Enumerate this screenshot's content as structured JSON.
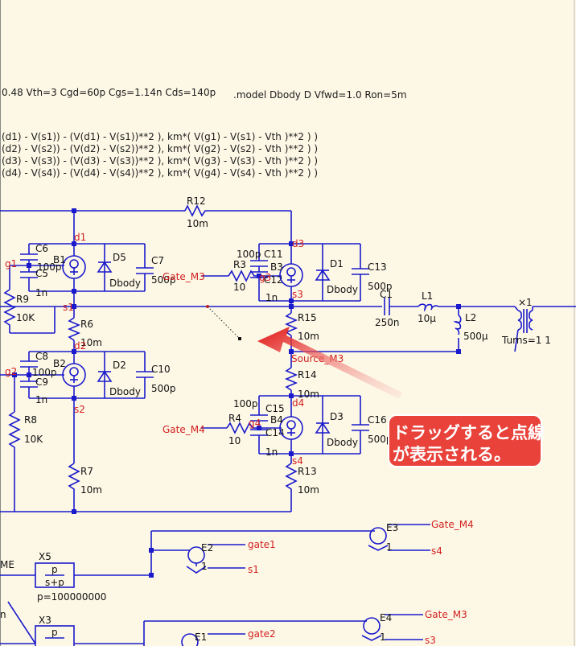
{
  "directives": {
    "model_line_left": "0.48 Vth=3 Cgd=60p Cgs=1.14n Cds=140p",
    "model_line_right": ".model Dbody D Vfwd=1.0 Ron=5m",
    "eq1": "(d1) - V(s1)) - (V(d1) - V(s1))**2 ), km*( V(g1) - V(s1) - Vth )**2   ) )",
    "eq2": "(d2) - V(s2)) - (V(d2) - V(s2))**2 ), km*( V(g2) - V(s2) - Vth )**2   ) )",
    "eq3": "(d3) - V(s3)) - (V(d3) - V(s3))**2 ), km*( V(g3) - V(s3) - Vth )**2   ) )",
    "eq4": "(d4) - V(s4)) - (V(d4) - V(s4))**2 ), km*( V(g4) - V(s4) - Vth )**2   ) )"
  },
  "components": {
    "R12": "R12",
    "R12_val": "10m",
    "C6": "C6",
    "C6_val": "100p",
    "B1": "B1",
    "C5": "C5",
    "C5_val": "1n",
    "D5": "D5",
    "D5_model": "Dbody",
    "C7": "C7",
    "C7_val": "500p",
    "R9": "R9",
    "R9_val": "10K",
    "R6": "R6",
    "R6_val": "10m",
    "C8": "C8",
    "C8_val": "100p",
    "B2": "B2",
    "C9": "C9",
    "C9_val": "1n",
    "D2": "D2",
    "D2_model": "Dbody",
    "C10": "C10",
    "C10_val": "500p",
    "R8": "R8",
    "R8_val": "10K",
    "R7": "R7",
    "R7_val": "10m",
    "R3": "R3",
    "R3_val": "10",
    "C11": "C11",
    "C11_val": "100p",
    "B3": "B3",
    "C12": "C12",
    "C12_val": "1n",
    "D1": "D1",
    "D1_model": "Dbody",
    "C13": "C13",
    "C13_val": "500p",
    "R15": "R15",
    "R15_val": "10m",
    "R14": "R14",
    "R14_val": "10m",
    "R4": "R4",
    "R4_val": "10",
    "C15": "C15",
    "C15_val": "100p",
    "B4": "B4",
    "C14": "C14",
    "C14_val": "1n",
    "D3": "D3",
    "D3_model": "Dbody",
    "C16": "C16",
    "C16_val": "500p",
    "R13": "R13",
    "R13_val": "10m",
    "C1": "C1",
    "C1_val": "250n",
    "L1": "L1",
    "L1_val": "10µ",
    "L2": "L2",
    "L2_val": "500µ",
    "X1": "×1",
    "X1_val": "Turns=1 1",
    "X5": "X5",
    "X5_num": "p",
    "X5_den": "s+p",
    "X5_param": "p=100000000",
    "X3": "X3",
    "X3_num": "p",
    "E2": "E2",
    "E2_one": "1",
    "E3": "E3",
    "E3_one": "1",
    "E1": "E1",
    "E4": "E4",
    "E4_one": "1",
    "partial_left_1": "ME",
    "partial_left_2": "n"
  },
  "nets": {
    "d1": "d1",
    "g1": "g1",
    "s1": "s1",
    "d2": "d2",
    "g2": "g2",
    "s2": "s2",
    "d3": "d3",
    "g3": "g3",
    "s3": "s3",
    "d4": "d4",
    "g4": "g4",
    "s4": "s4",
    "gate_m3": "Gate_M3",
    "gate_m4": "Gate_M4",
    "source_m3": "Source_M3",
    "gate1": "gate1",
    "gate2": "gate2",
    "s1_ctl": "s1",
    "s3_ctl": "s3",
    "s4_ctl": "s4",
    "gate_m4_ctl": "Gate_M4",
    "gate_m3_ctl": "Gate_M3"
  },
  "callout": {
    "line1": "ドラッグすると点線",
    "line2": "が表示される。",
    "bg_color": "#e8423a"
  },
  "colors": {
    "wire": "#1a1acc",
    "net_label": "#d22020",
    "background": "#fdf8e6"
  }
}
